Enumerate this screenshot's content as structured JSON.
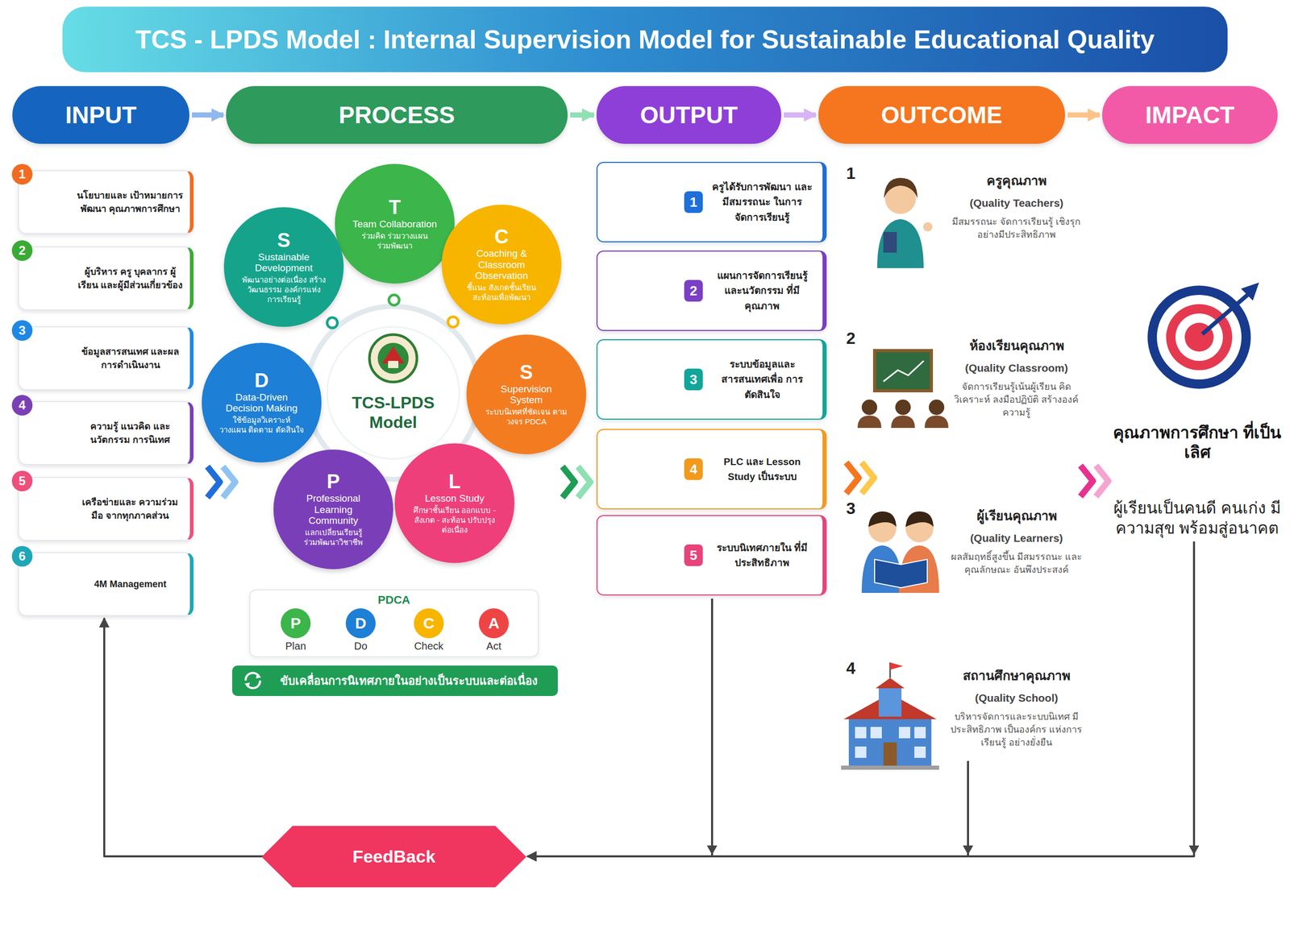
{
  "diagram": {
    "title": "TCS - LPDS Model : Internal Supervision Model for Sustainable Educational Quality",
    "nodes": [
      {
        "text": [
          "INPUT"
        ]
      },
      {
        "text": [
          "PROCESS"
        ]
      },
      {
        "text": [
          "OUTPUT"
        ]
      },
      {
        "text": [
          "OUTCOME"
        ]
      },
      {
        "text": [
          "IMPACT"
        ]
      },
      {
        "text": [
          "1",
          "นโยบายและ เป้าหมายการพัฒนา คุณภาพการศึกษา"
        ]
      },
      {
        "text": [
          "2",
          "ผู้บริหาร ครู บุคลากร ผู้เรียน และผู้มีส่วนเกี่ยวข้อง"
        ]
      },
      {
        "text": [
          "3",
          "ข้อมูลสารสนเทศ และผลการดำเนินงาน"
        ]
      },
      {
        "text": [
          "4",
          "ความรู้ แนวคิด และนวัตกรรม การนิเทศ"
        ]
      },
      {
        "text": [
          "5",
          "เครือข่ายและ ความร่วมมือ จากทุกภาคส่วน"
        ]
      },
      {
        "text": [
          "6",
          "4M Management"
        ]
      },
      {
        "text": [
          "T",
          "Team Collaboration",
          "ร่วมคิด ร่วมวางแผน ร่วมพัฒนา"
        ]
      },
      {
        "text": [
          "C",
          "Coaching & Classroom Observation",
          "ชี้แนะ สังเกตชั้นเรียน สะท้อนเพื่อพัฒนา"
        ]
      },
      {
        "text": [
          "S",
          "Supervision System",
          "ระบบนิเทศที่ชัดเจน ตามวงจร PDCA"
        ]
      },
      {
        "text": [
          "L",
          "Lesson Study",
          "ศึกษาชั้นเรียน ออกแบบ - สังเกต - สะท้อน ปรับปรุงต่อเนื่อง"
        ]
      },
      {
        "text": [
          "P",
          "Professional Learning Community",
          "แลกเปลี่ยนเรียนรู้ ร่วมพัฒนาวิชาชีพ"
        ]
      },
      {
        "text": [
          "D",
          "Data-Driven Decision Making",
          "ใช้ข้อมูลวิเคราะห์ วางแผน ติดตาม ตัดสินใจ"
        ]
      },
      {
        "text": [
          "S",
          "Sustainable Development",
          "พัฒนาอย่างต่อเนื่อง สร้างวัฒนธรรม องค์กรแห่งการเรียนรู้"
        ]
      },
      {
        "text": [
          "TCS-LPDS Model"
        ]
      },
      {
        "text": [
          "PDCA"
        ]
      },
      {
        "text": [
          "P",
          "Plan"
        ],
        "in": 19
      },
      {
        "text": [
          "D",
          "Do"
        ],
        "in": 19
      },
      {
        "text": [
          "C",
          "Check"
        ],
        "in": 19
      },
      {
        "text": [
          "A",
          "Act"
        ],
        "in": 19
      },
      {
        "text": [
          "ขับเคลื่อนการนิเทศภายในอย่างเป็นระบบและต่อเนื่อง"
        ]
      },
      {
        "text": [
          "1",
          "ครูได้รับการพัฒนา และมีสมรรถนะ ในการจัดการเรียนรู้"
        ]
      },
      {
        "text": [
          "2",
          "แผนการจัดการเรียนรู้ และนวัตกรรม ที่มีคุณภาพ"
        ]
      },
      {
        "text": [
          "3",
          "ระบบข้อมูลและ สารสนเทศเพื่อ การตัดสินใจ"
        ]
      },
      {
        "text": [
          "4",
          "PLC และ Lesson Study เป็นระบบ"
        ]
      },
      {
        "text": [
          "5",
          "ระบบนิเทศภายใน ที่มีประสิทธิภาพ"
        ]
      },
      {
        "text": [
          "1",
          "ครูคุณภาพ",
          "(Quality Teachers)",
          "มีสมรรถนะ จัดการเรียนรู้ เชิงรุกอย่างมีประสิทธิภาพ"
        ]
      },
      {
        "text": [
          "2",
          "ห้องเรียนคุณภาพ",
          "(Quality Classroom)",
          "จัดการเรียนรู้เน้นผู้เรียน คิดวิเคราะห์ ลงมือปฏิบัติ สร้างองค์ความรู้"
        ]
      },
      {
        "text": [
          "3",
          "ผู้เรียนคุณภาพ",
          "(Quality Learners)",
          "ผลสัมฤทธิ์สูงขึ้น มีสมรรถนะ และคุณลักษณะ อันพึงประสงค์"
        ]
      },
      {
        "text": [
          "4",
          "สถานศึกษาคุณภาพ",
          "(Quality School)",
          "บริหารจัดการและระบบนิเทศ มีประสิทธิภาพ เป็นองค์กร แห่งการเรียนรู้ อย่างยั่งยืน"
        ]
      },
      {
        "text": [
          "คุณภาพการศึกษา ที่เป็นเลิศ",
          "ผู้เรียนเป็นคนดี คนเก่ง มีความสุข พร้อมสู่อนาคต"
        ]
      },
      {
        "text": [
          "FeedBack"
        ]
      }
    ],
    "edges": [
      {
        "from": 0,
        "to": 1,
        "arrow": "to"
      },
      {
        "from": 1,
        "to": 2,
        "arrow": "to"
      },
      {
        "from": 2,
        "to": 3,
        "arrow": "to"
      },
      {
        "from": 3,
        "to": 4,
        "arrow": "to"
      },
      {
        "from": 20,
        "to": 21,
        "arrow": "to"
      },
      {
        "from": 21,
        "to": 22,
        "arrow": "to"
      },
      {
        "from": 22,
        "to": 23,
        "arrow": "to"
      },
      {
        "from": 29,
        "to": 35,
        "arrow": "to"
      },
      {
        "from": 33,
        "to": 35,
        "arrow": "to"
      },
      {
        "from": 34,
        "to": 35,
        "arrow": "to"
      },
      {
        "from": 35,
        "to": 10,
        "arrow": "to"
      }
    ]
  }
}
